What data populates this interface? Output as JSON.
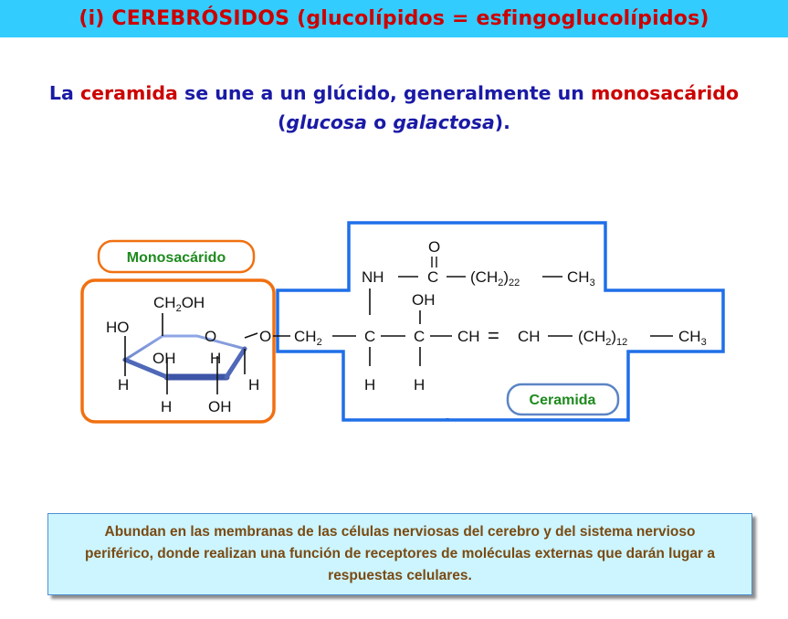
{
  "title": "(i) CEREBRÓSIDOS  (glucolípidos = esfingoglucolípidos)",
  "intro": {
    "part1": "La ",
    "ceramida": "ceramida",
    "part2": " se une a un glúcido, generalmente un ",
    "monosacarido": "monosacárido",
    "paren_open": "(",
    "glucosa": "glucosa",
    "o": " o ",
    "galactosa": "galactosa",
    "paren_close": ")."
  },
  "diagram": {
    "monosaccharide_label": "Monosacárido",
    "ceramide_label": "Ceramida",
    "ring": {
      "ch2oh": "CH",
      "ch2oh_sub": "2",
      "ch2oh_tail": "OH",
      "ring_o": "O",
      "ho": "HO",
      "oh_inner": "OH",
      "h_inner": "H",
      "h_left": "H",
      "h_right": "H",
      "h_bottom": "H",
      "oh_bottom": "OH",
      "link_o": "O"
    },
    "chain": {
      "nh": "NH",
      "carbonyl_o": "O",
      "carbonyl_c": "C",
      "ch2_22": "(CH",
      "ch2_22_sub": "2",
      "ch2_22_close": ")",
      "ch2_22_n": "22",
      "ch3_top": "CH",
      "ch3_top_sub": "3",
      "oh": "OH",
      "ch2": "CH",
      "ch2_sub": "2",
      "c1": "C",
      "c2": "C",
      "ch_a": "CH",
      "eq": "=",
      "ch_b": "CH",
      "ch2_12": "(CH",
      "ch2_12_sub": "2",
      "ch2_12_close": ")",
      "ch2_12_n": "12",
      "ch3_main": "CH",
      "ch3_main_sub": "3",
      "h1": "H",
      "h2": "H"
    }
  },
  "note": "Abundan en las membranas de las células nerviosas del cerebro y del sistema nervioso periférico, donde realizan una función de receptores de moléculas externas que darán lugar a respuestas celulares.",
  "colors": {
    "title_bg": "#33ccff",
    "title_text": "#cc0000",
    "intro_text": "#1a1aa6",
    "highlight_red": "#cc0000",
    "ceramide_border": "#1f6fe8",
    "monosaccharide_border": "#f07010",
    "label_green": "#1e8a1e",
    "note_bg": "#ccf5ff",
    "note_text": "#7a4a12"
  }
}
